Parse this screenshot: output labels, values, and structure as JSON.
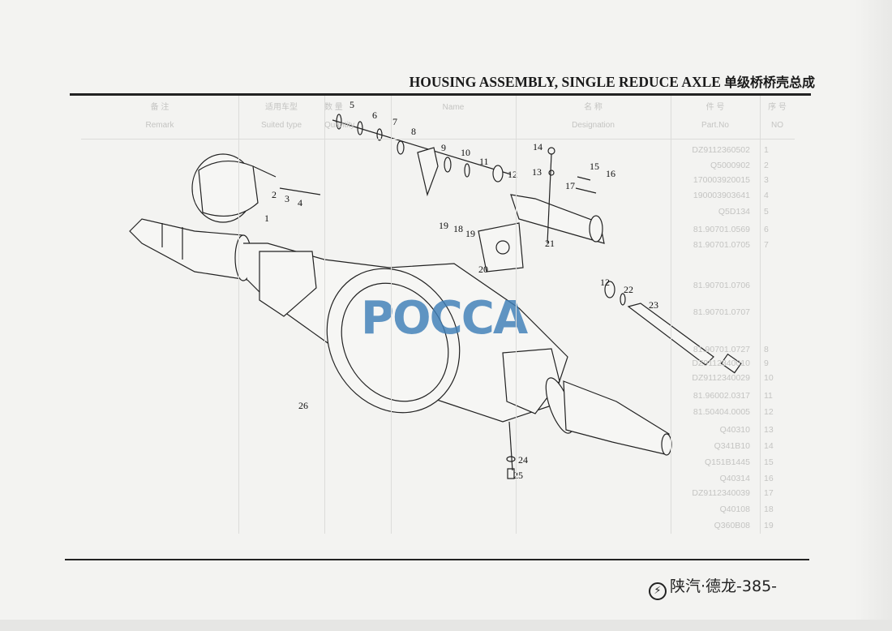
{
  "header": {
    "title_en": "HOUSING ASSEMBLY, SINGLE REDUCE AXLE",
    "title_cn": "单级桥桥壳总成"
  },
  "show_through_table": {
    "columns": [
      {
        "cn": "序 号",
        "en": "NO"
      },
      {
        "cn": "件 号",
        "en": "Part.No"
      },
      {
        "cn": "名 称",
        "en": "Designation"
      },
      {
        "cn": "",
        "en": "Name"
      },
      {
        "cn": "数 量",
        "en": "Quantity"
      },
      {
        "cn": "适用车型",
        "en": "Suited type"
      },
      {
        "cn": "备 注",
        "en": "Remark"
      }
    ],
    "rows": [
      {
        "no": "1",
        "part_no": "DZ9112360502"
      },
      {
        "no": "2",
        "part_no": "Q5000902"
      },
      {
        "no": "3",
        "part_no": "170003920015"
      },
      {
        "no": "4",
        "part_no": "190003903641"
      },
      {
        "no": "5",
        "part_no": "Q5D134"
      },
      {
        "no": "6",
        "part_no": "81.90701.0569"
      },
      {
        "no": "7",
        "part_no": "81.90701.0705"
      },
      {
        "no": "",
        "part_no": "81.90701.0706"
      },
      {
        "no": "",
        "part_no": "81.90701.0707"
      },
      {
        "no": "8",
        "part_no": "81.90701.0727"
      },
      {
        "no": "9",
        "part_no": "DZ9112340010"
      },
      {
        "no": "10",
        "part_no": "DZ9112340029"
      },
      {
        "no": "11",
        "part_no": "81.96002.0317"
      },
      {
        "no": "12",
        "part_no": "81.50404.0005"
      },
      {
        "no": "13",
        "part_no": "Q40310"
      },
      {
        "no": "14",
        "part_no": "Q341B10"
      },
      {
        "no": "15",
        "part_no": "Q151B1445"
      },
      {
        "no": "16",
        "part_no": "Q40314"
      },
      {
        "no": "17",
        "part_no": "DZ9112340039"
      },
      {
        "no": "18",
        "part_no": "Q40108"
      },
      {
        "no": "19",
        "part_no": "Q360B08"
      }
    ]
  },
  "diagram": {
    "callouts": [
      "1",
      "2",
      "3",
      "4",
      "5",
      "6",
      "7",
      "8",
      "9",
      "10",
      "11",
      "12",
      "13",
      "14",
      "15",
      "16",
      "17",
      "18",
      "19",
      "19",
      "20",
      "21",
      "12",
      "22",
      "23",
      "24",
      "25",
      "26"
    ]
  },
  "watermark": "POCCA",
  "footer": {
    "logo_symbol": "⚡",
    "brand": "陕汽·德龙",
    "page": "-385-"
  }
}
